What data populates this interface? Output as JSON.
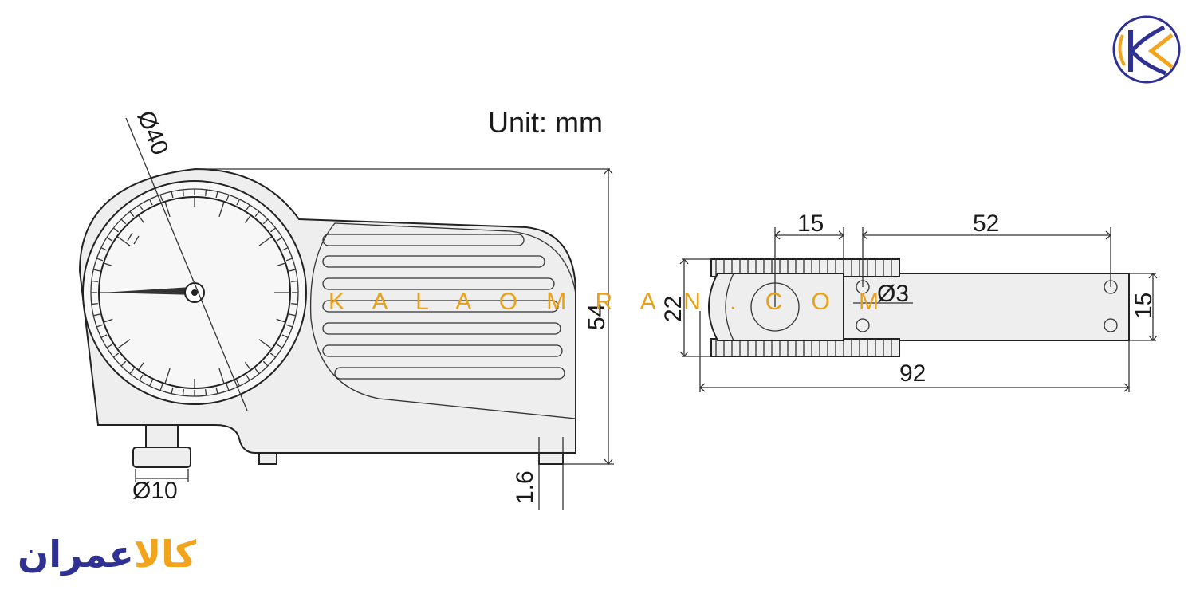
{
  "unit_label": "Unit: mm",
  "watermark": "K A L A O M R A N . C O M",
  "brand": {
    "part_orange": "کالا",
    "part_blue": "عمران",
    "colors": {
      "blue": "#2e3192",
      "orange": "#f2a51c"
    }
  },
  "dimensions": {
    "dial_diameter": "Ø40",
    "overall_height": "54",
    "foot_diameter": "Ø10",
    "foot_height": "1.6",
    "width_22": "22",
    "length_15": "15",
    "length_52": "52",
    "hole_diameter": "Ø3",
    "width_15": "15",
    "overall_length": "92"
  }
}
